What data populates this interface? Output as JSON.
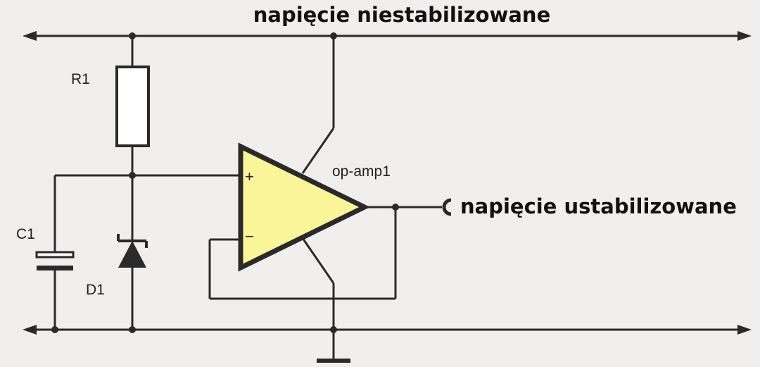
{
  "labels": {
    "top_rail": "napięcie niestabilizowane",
    "output": "napięcie ustabilizowane",
    "r1": "R1",
    "c1": "C1",
    "d1": "D1",
    "opamp": "op-amp1",
    "plus": "+",
    "minus": "−"
  },
  "colors": {
    "wire": "#2a2a2a",
    "opamp_fill": "#fbf59a",
    "background": "#f1efee"
  }
}
